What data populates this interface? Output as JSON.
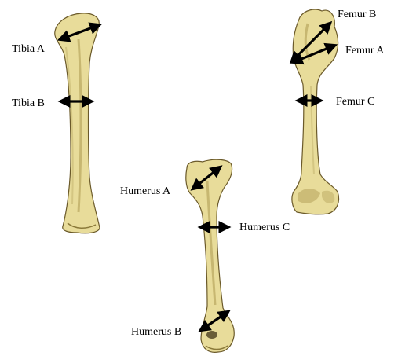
{
  "labels": {
    "tibia_a": "Tibia A",
    "tibia_b": "Tibia B",
    "femur_b": "Femur B",
    "femur_a": "Femur A",
    "femur_c": "Femur C",
    "humerus_a": "Humerus A",
    "humerus_c": "Humerus C",
    "humerus_b": "Humerus B"
  },
  "colors": {
    "bone_fill": "#e8dc9a",
    "bone_shadow": "#b9a760",
    "bone_outline": "#6b5a2a",
    "arrow": "#000000"
  }
}
